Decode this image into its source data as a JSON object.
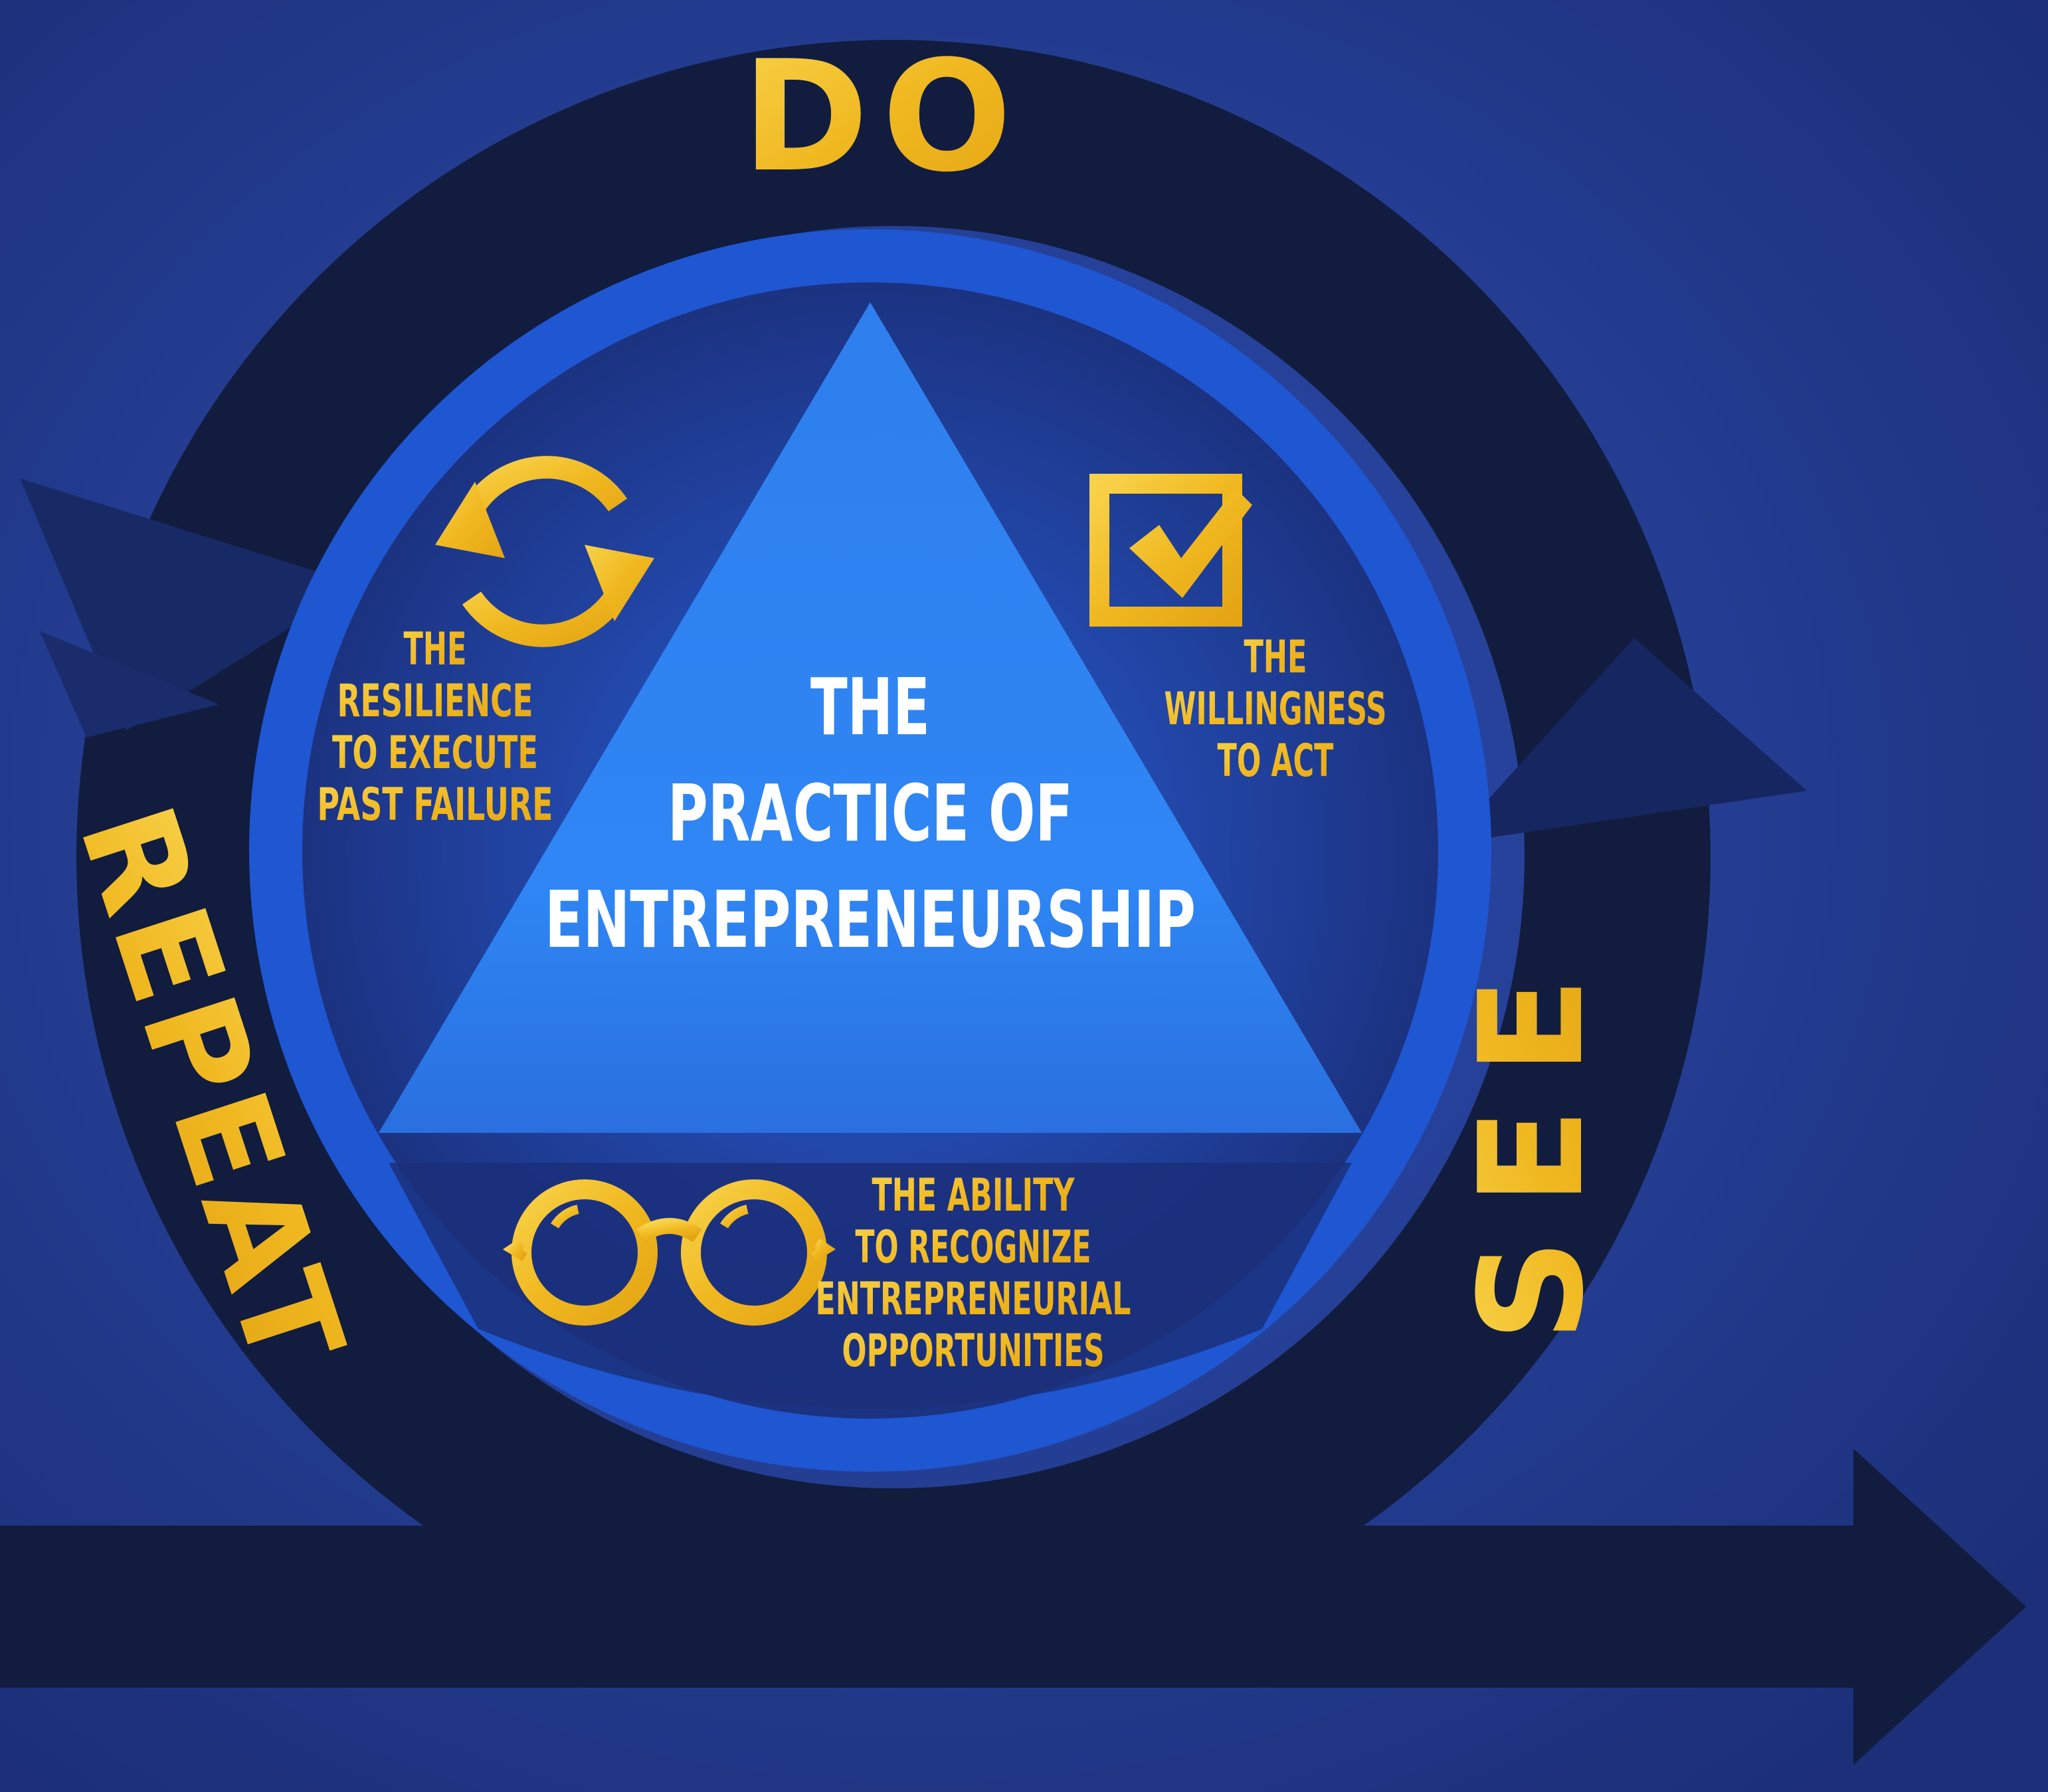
{
  "cycle": {
    "do_label": "DO",
    "see_label": "SEE",
    "repeat_label": "REPEAT"
  },
  "center": {
    "line1": "THE",
    "line2": "PRACTICE OF",
    "line3": "ENTREPRENEURSHIP"
  },
  "resilience": {
    "icon": "refresh-icon",
    "lines": [
      "THE",
      "RESILIENCE",
      "TO EXECUTE",
      "PAST FAILURE"
    ]
  },
  "willingness": {
    "icon": "checkbox-icon",
    "lines": [
      "THE",
      "WILLINGNESS",
      "TO ACT"
    ]
  },
  "ability": {
    "icon": "glasses-icon",
    "lines": [
      "THE ABILITY",
      "TO RECOGNIZE",
      "ENTREPRENEURIAL",
      "OPPORTUNITIES"
    ]
  },
  "colors": {
    "background": "#243b8f",
    "dark_arrow": "#111c3f",
    "ring": "#1f56d2",
    "triangle": "#2e84f0",
    "gold": "#f2be2c",
    "white": "#ffffff"
  }
}
